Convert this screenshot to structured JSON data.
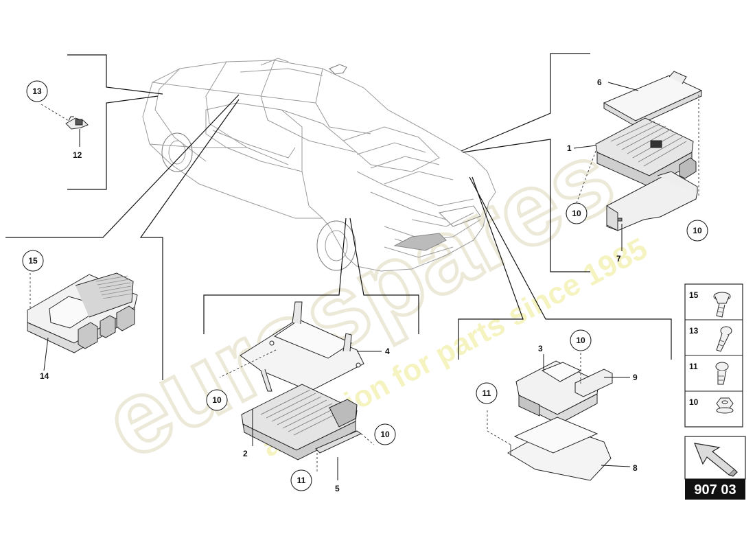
{
  "callouts": {
    "c1": "1",
    "c2": "2",
    "c3": "3",
    "c4": "4",
    "c5": "5",
    "c6": "6",
    "c7": "7",
    "c8": "8",
    "c9": "9",
    "c10a": "10",
    "c10b": "10",
    "c10c": "10",
    "c10d": "10",
    "c10e": "10",
    "c11a": "11",
    "c11b": "11",
    "c12": "12",
    "c13": "13",
    "c14": "14",
    "c15": "15"
  },
  "hardware_legend": [
    {
      "number": "15",
      "icon": "flanged-bolt-icon"
    },
    {
      "number": "13",
      "icon": "torx-bolt-icon"
    },
    {
      "number": "11",
      "icon": "hex-bolt-icon"
    },
    {
      "number": "10",
      "icon": "flange-nut-icon"
    }
  ],
  "reference": {
    "code": "907 03",
    "icon": "arrow-up-left-icon"
  },
  "watermark": {
    "word": "eurospares",
    "tagline": "a passion for parts since 1985",
    "color": "#e9e4c8",
    "tagline_color": "#f1ee9a"
  }
}
